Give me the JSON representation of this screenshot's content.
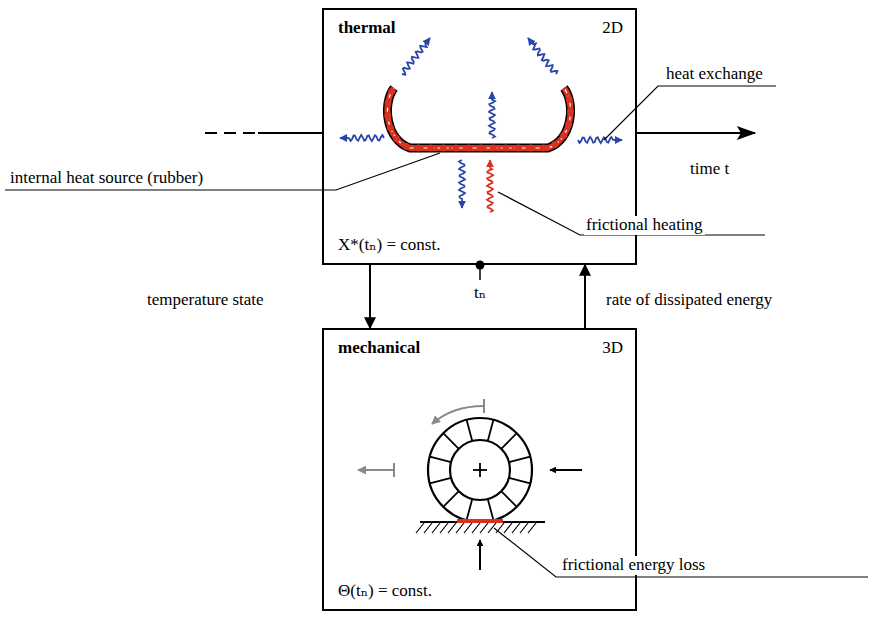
{
  "diagram": {
    "nodes": [
      {
        "text": [
          "thermal",
          "2D",
          "X*(tₙ) = const."
        ]
      },
      {
        "text": [
          "mechanical",
          "3D",
          "Θ(tₙ) = const."
        ]
      }
    ],
    "edges": [
      {
        "from": 0,
        "to": 1,
        "arrow": "to",
        "label": "temperature state"
      },
      {
        "from": 1,
        "to": 0,
        "arrow": "to",
        "label": "rate of dissipated energy"
      }
    ],
    "labels": [
      "heat exchange",
      "internal heat source (rubber)",
      "frictional heating",
      "time t",
      "tₙ",
      "frictional energy loss"
    ]
  }
}
